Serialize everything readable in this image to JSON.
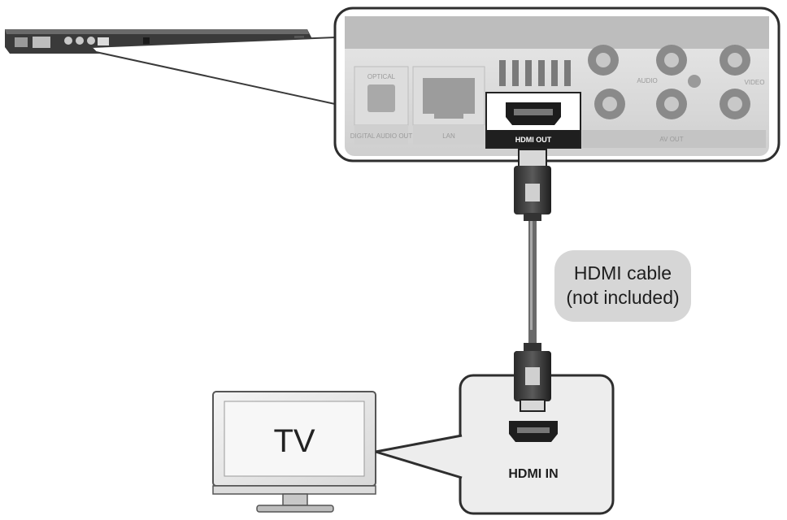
{
  "panel_labels": {
    "optical": "OPTICAL",
    "digital_audio_out": "DIGITAL AUDIO OUT",
    "lan": "LAN",
    "hdmi_out": "HDMI OUT",
    "audio": "AUDIO",
    "video": "VIDEO",
    "av_out": "AV OUT"
  },
  "cable_callout": {
    "line1": "HDMI cable",
    "line2": "(not included)"
  },
  "tv_label": "TV",
  "hdmi_in_label": "HDMI IN"
}
